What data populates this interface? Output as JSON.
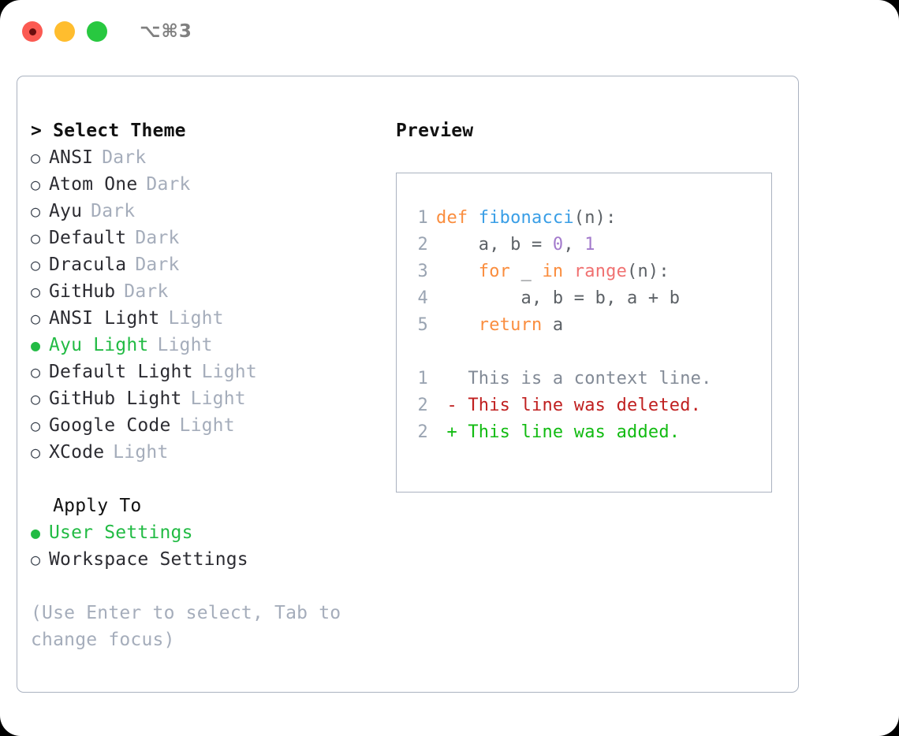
{
  "titlebar": {
    "shortcut": "⌥⌘3",
    "buttons": [
      {
        "name": "close",
        "color": "#fb5a52"
      },
      {
        "name": "minimize",
        "color": "#ffbd2e"
      },
      {
        "name": "zoom",
        "color": "#28c840"
      }
    ]
  },
  "theme_section": {
    "header": "> Select Theme",
    "options": [
      {
        "marker": "○",
        "label": "ANSI",
        "tag": "Dark",
        "selected": false
      },
      {
        "marker": "○",
        "label": "Atom One",
        "tag": "Dark",
        "selected": false
      },
      {
        "marker": "○",
        "label": "Ayu",
        "tag": "Dark",
        "selected": false
      },
      {
        "marker": "○",
        "label": "Default",
        "tag": "Dark",
        "selected": false
      },
      {
        "marker": "○",
        "label": "Dracula",
        "tag": "Dark",
        "selected": false
      },
      {
        "marker": "○",
        "label": "GitHub",
        "tag": "Dark",
        "selected": false
      },
      {
        "marker": "○",
        "label": "ANSI Light",
        "tag": "Light",
        "selected": false
      },
      {
        "marker": "●",
        "label": "Ayu Light",
        "tag": "Light",
        "selected": true
      },
      {
        "marker": "○",
        "label": "Default Light",
        "tag": "Light",
        "selected": false
      },
      {
        "marker": "○",
        "label": "GitHub Light",
        "tag": "Light",
        "selected": false
      },
      {
        "marker": "○",
        "label": "Google Code",
        "tag": "Light",
        "selected": false
      },
      {
        "marker": "○",
        "label": "XCode",
        "tag": "Light",
        "selected": false
      }
    ]
  },
  "apply_section": {
    "header": "  Apply To",
    "options": [
      {
        "marker": "●",
        "label": "User Settings",
        "tag": "",
        "selected": true
      },
      {
        "marker": "○",
        "label": "Workspace Settings",
        "tag": "",
        "selected": false
      }
    ]
  },
  "help_text": "(Use Enter to select, Tab to change focus)",
  "preview": {
    "title": "Preview",
    "code_lines": [
      {
        "no": "1",
        "tokens": [
          {
            "t": "def ",
            "c": "k-kw"
          },
          {
            "t": "fibonacci",
            "c": "k-fn"
          },
          {
            "t": "(n):",
            "c": "k-op"
          }
        ]
      },
      {
        "no": "2",
        "tokens": [
          {
            "t": "    a, b = ",
            "c": "k-txt"
          },
          {
            "t": "0",
            "c": "k-num"
          },
          {
            "t": ", ",
            "c": "k-txt"
          },
          {
            "t": "1",
            "c": "k-num"
          }
        ]
      },
      {
        "no": "3",
        "tokens": [
          {
            "t": "    ",
            "c": "k-txt"
          },
          {
            "t": "for",
            "c": "k-kw"
          },
          {
            "t": " _ ",
            "c": "k-txt"
          },
          {
            "t": "in",
            "c": "k-kw"
          },
          {
            "t": " ",
            "c": "k-txt"
          },
          {
            "t": "range",
            "c": "k-bi"
          },
          {
            "t": "(n):",
            "c": "k-op"
          }
        ]
      },
      {
        "no": "4",
        "tokens": [
          {
            "t": "        a, b = b, a + b",
            "c": "k-txt"
          }
        ]
      },
      {
        "no": "5",
        "tokens": [
          {
            "t": "    ",
            "c": "k-txt"
          },
          {
            "t": "return",
            "c": "k-kw"
          },
          {
            "t": " a",
            "c": "k-txt"
          }
        ]
      }
    ],
    "diff_lines": [
      {
        "no": "1",
        "sign": " ",
        "text": "This is a context line.",
        "cls": "d-ctx"
      },
      {
        "no": "2",
        "sign": "-",
        "text": "This line was deleted.",
        "cls": "d-del"
      },
      {
        "no": "2",
        "sign": "+",
        "text": "This line was added.",
        "cls": "d-add"
      }
    ]
  },
  "colors": {
    "accent_green": "#22bb44",
    "muted": "#a5adbb",
    "border": "#aab2c0",
    "keyword": "#fa8d3e",
    "function": "#399ee6",
    "number": "#a37acc",
    "builtin": "#f07171",
    "diff_added": "#12bb12",
    "diff_deleted": "#c02020"
  }
}
